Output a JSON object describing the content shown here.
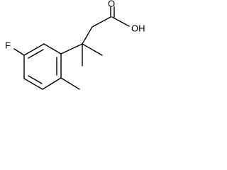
{
  "molecule": {
    "atoms": {
      "fluorine": "F",
      "hydroxyl": "OH",
      "carbonyl_oxygen": "O"
    }
  }
}
